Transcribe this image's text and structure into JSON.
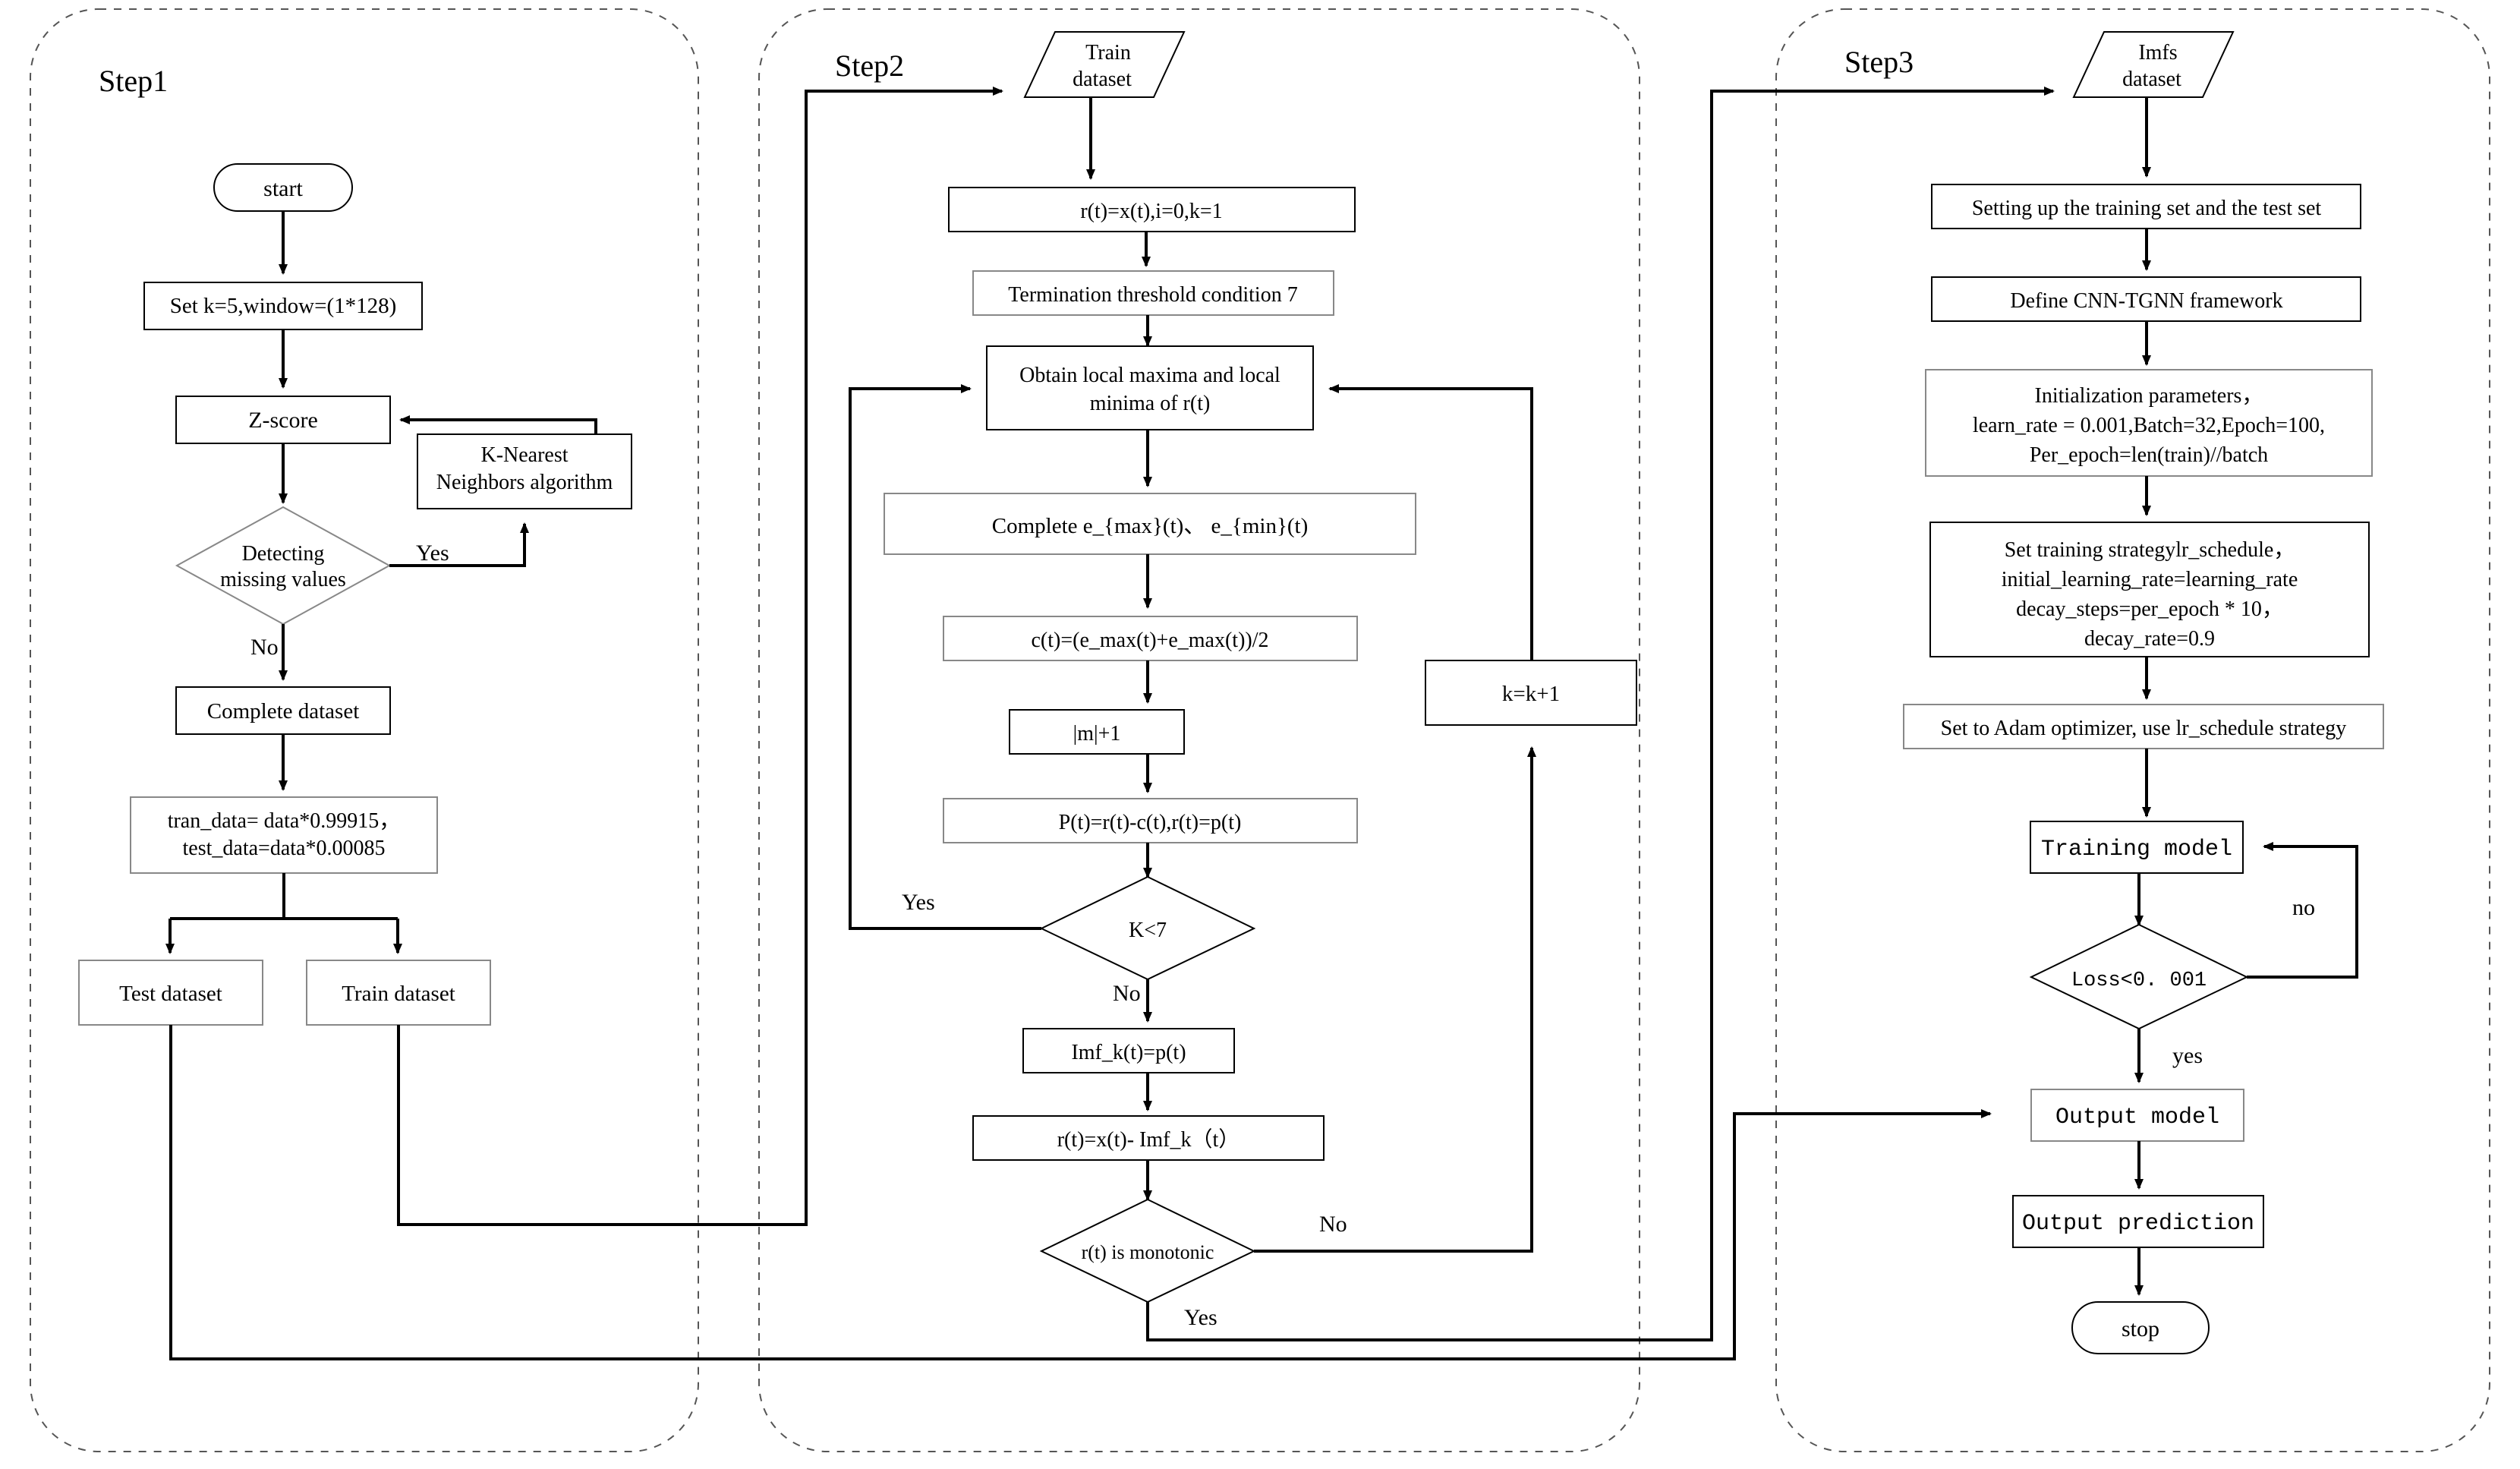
{
  "diagram": {
    "title": "Three-step CNN-TGNN prediction workflow flowchart",
    "groups": [
      {
        "id": "step1",
        "label": "Step1"
      },
      {
        "id": "step2",
        "label": "Step2"
      },
      {
        "id": "step3",
        "label": "Step3"
      }
    ]
  },
  "step1": {
    "label": "Step1",
    "nodes": {
      "start": "start",
      "set_k": "Set k=5,window=(1*128)",
      "zscore": "Z-score",
      "knn": "K-Nearest\nNeighbors algorithm",
      "knn_line1": "K-Nearest",
      "knn_line2": "Neighbors algorithm",
      "detect_line1": "Detecting",
      "detect_line2": "missing values",
      "complete_dataset": "Complete dataset",
      "split_line1": "tran_data= data*0.99915，",
      "split_line2": "test_data=data*0.00085",
      "test_dataset": "Test dataset",
      "train_dataset": "Train dataset"
    },
    "edge_labels": {
      "detect_yes": "Yes",
      "detect_no": "No"
    }
  },
  "step2": {
    "label": "Step2",
    "nodes": {
      "train_dataset_line1": "Train",
      "train_dataset_line2": "dataset",
      "init": "r(t)=x(t),i=0,k=1",
      "termination": "Termination threshold condition 7",
      "extrema_line1": "Obtain local maxima and local",
      "extrema_line2": "minima of r(t)",
      "envelope": "Complete e_{max}(t)、 e_{min}(t)",
      "mean": "c(t)=(e_max(t)+e_max(t))/2",
      "m_plus": "|m|+1",
      "proto": "P(t)=r(t)-c(t),r(t)=p(t)",
      "k_lt_7": "K<7",
      "imf_assign": "Imf_k(t)=p(t)",
      "residual": "r(t)=x(t)- Imf_k（t）",
      "monotonic": "r(t) is monotonic",
      "k_inc": "k=k+1"
    },
    "edge_labels": {
      "k_yes": "Yes",
      "k_no": "No",
      "mono_no": "No",
      "mono_yes": "Yes"
    }
  },
  "step3": {
    "label": "Step3",
    "nodes": {
      "imfs_line1": "Imfs",
      "imfs_line2": "dataset",
      "setup_sets": "Setting up the training set and the test set",
      "define_framework": "Define CNN-TGNN framework",
      "init_line1": "Initialization parameters，",
      "init_line2": "learn_rate = 0.001,Batch=32,Epoch=100,",
      "init_line3": "Per_epoch=len(train)//batch",
      "strategy_line1": "Set training strategylr_schedule，",
      "strategy_line2": "initial_learning_rate=learning_rate",
      "strategy_line3": "decay_steps=per_epoch * 10，",
      "strategy_line4": "decay_rate=0.9",
      "adam": "Set to Adam optimizer, use lr_schedule strategy",
      "training_model": "Training model",
      "loss_cond": "Loss<0. 001",
      "output_model": "Output model",
      "output_prediction": "Output prediction",
      "stop": "stop"
    },
    "edge_labels": {
      "loss_no": "no",
      "loss_yes": "yes"
    }
  },
  "colors": {
    "shape_stroke": "#000000",
    "shape_stroke_grey": "#888888",
    "group_stroke": "#555555",
    "background": "#ffffff",
    "text": "#000000"
  }
}
